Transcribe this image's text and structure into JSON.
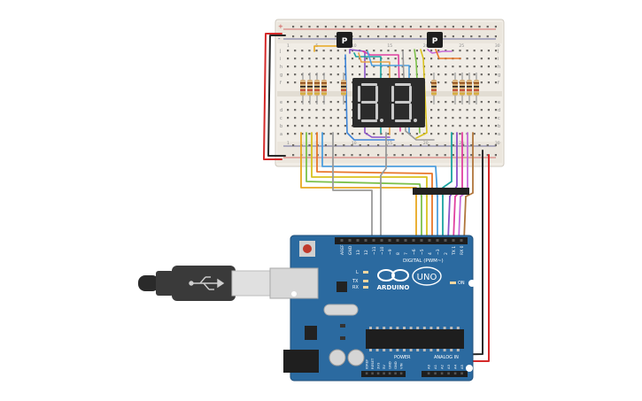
{
  "breadboard": {
    "row_letters": [
      "j",
      "i",
      "h",
      "g",
      "f",
      "e",
      "d",
      "c",
      "b",
      "a"
    ],
    "col_numbers": [
      "1",
      "5",
      "10",
      "15",
      "20",
      "25",
      "30"
    ],
    "rail_plus": "+",
    "rail_minus": "-"
  },
  "transistors": [
    {
      "label": "P"
    },
    {
      "label": "P"
    }
  ],
  "display": {
    "digits": [
      "8.",
      "8."
    ]
  },
  "arduino": {
    "brand": "ARDUINO",
    "model": "UNO",
    "digital_header": "DIGITAL (PWM~)",
    "power_header": "POWER",
    "analog_header": "ANALOG IN",
    "on_label": "ON",
    "l_label": "L",
    "tx_label": "TX",
    "rx_label": "RX",
    "top_pins": [
      "AREF",
      "GND",
      "13",
      "12",
      "~11",
      "~10",
      "~9",
      "8",
      "7",
      "~6",
      "~5",
      "4",
      "~3",
      "2",
      "TX 1",
      "RX 0"
    ],
    "power_pins": [
      "IOREF",
      "RESET",
      "3V3",
      "5V",
      "GND",
      "GND",
      "VIN"
    ],
    "analog_pins": [
      "A0",
      "A1",
      "A2",
      "A3",
      "A4",
      "A5"
    ]
  },
  "usb_icon": "usb-icon",
  "colors": {
    "board": "#2b6aa0",
    "board_edge": "#1f4f7a",
    "breadboard": "#f1ede6",
    "wire_red": "#d42a2a",
    "wire_black": "#2a2a2a",
    "wire_gray": "#9a9a9a"
  }
}
